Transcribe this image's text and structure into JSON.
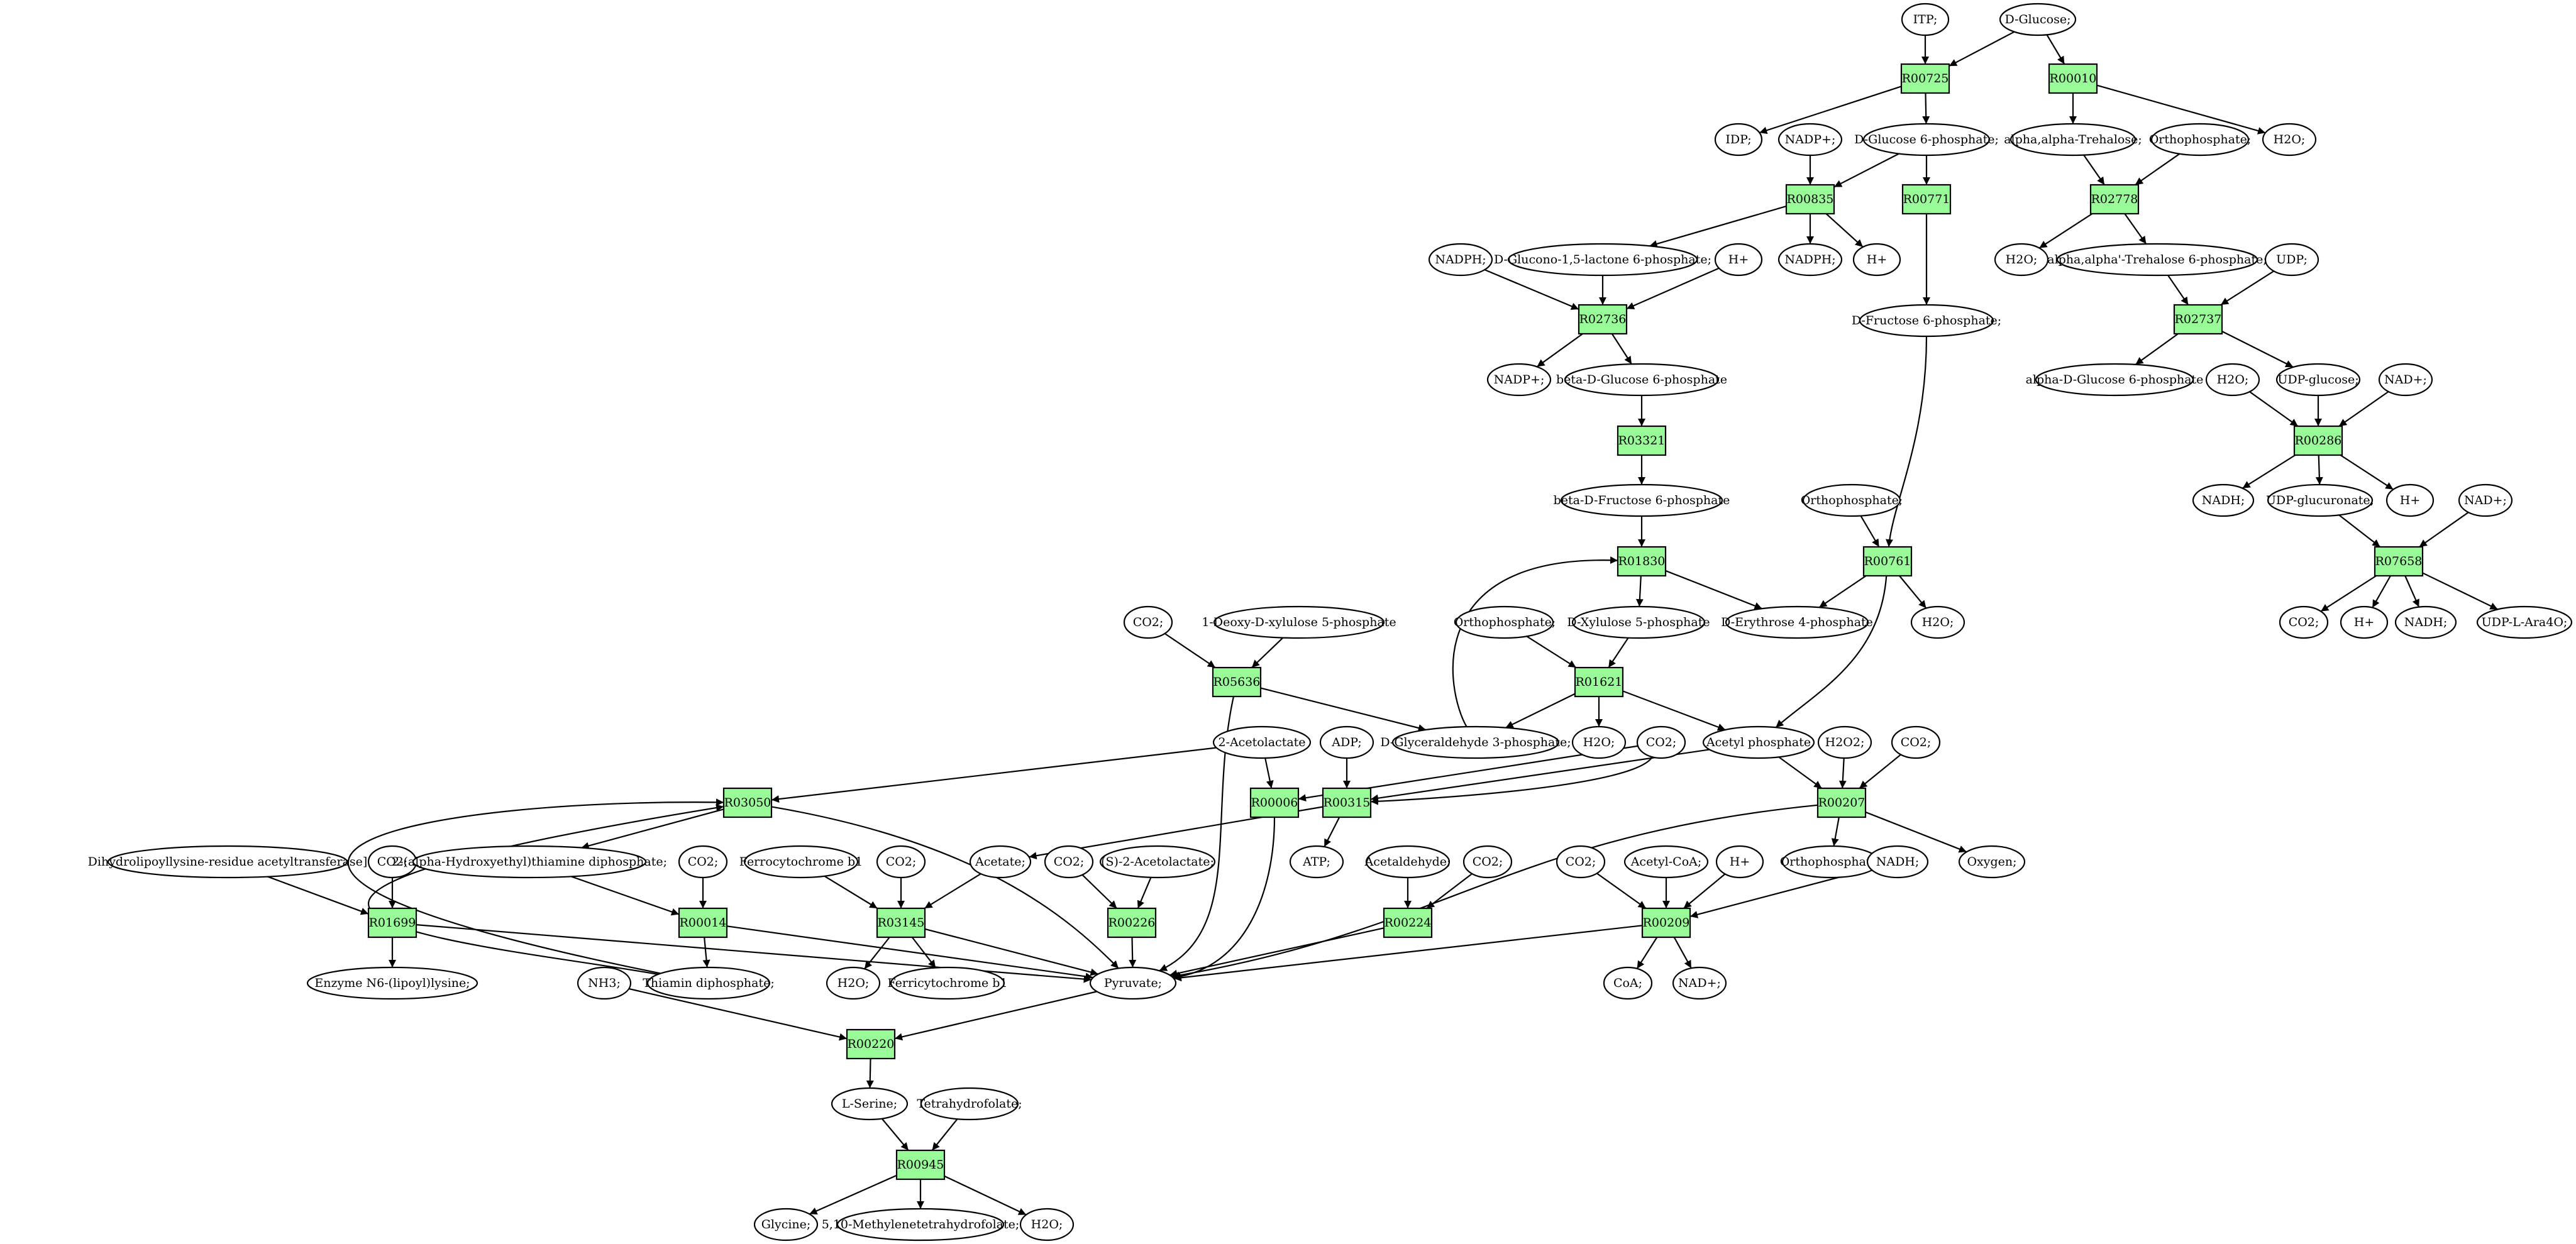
{
  "colors": {
    "reaction": "#98fb98",
    "reaction_alt": "#add8e6",
    "metabolite": "#ffffff",
    "source": "#00ff00",
    "target": "#ffff00",
    "stroke": "#000000"
  },
  "metabolites": {
    "itp": "ITP;",
    "dglucose": "D-Glucose;",
    "idp": "IDP;",
    "nadp1": "NADP+;",
    "g6p": "D-Glucose 6-phosphate;",
    "trehalose": "alpha,alpha-Trehalose;",
    "orthop1": "Orthophosphate;",
    "h2o_a": "H2O;",
    "nadph1": "NADPH;",
    "glucono": "D-Glucono-1,5-lactone 6-phosphate;",
    "hplus1": "H+",
    "nadph2": "NADPH;",
    "hplus2": "H+",
    "h2o_b": "H2O;",
    "tre6p": "alpha,alpha'-Trehalose 6-phosphate;",
    "udp": "UDP;",
    "f6p": "D-Fructose 6-phosphate;",
    "nadp2": "NADP+;",
    "bg6p": "beta-D-Glucose 6-phosphate",
    "ag6p": "alpha-D-Glucose 6-phosphate",
    "h2o_c": "H2O;",
    "udpglc": "UDP-glucose;",
    "nad1": "NAD+;",
    "bf6p": "beta-D-Fructose 6-phosphate",
    "orthop2": "Orthophosphate;",
    "nadh1": "NADH;",
    "udpgluc": "UDP-glucuronate;",
    "hplus3": "H+",
    "nad2": "NAD+;",
    "co2_a": "CO2;",
    "dxp": "1-Deoxy-D-xylulose 5-phosphate",
    "orthop3": "Orthophosphate;",
    "x5p": "D-Xylulose 5-phosphate",
    "e4p": "D-Erythrose 4-phosphate",
    "h2o_d": "H2O;",
    "co2_b": "CO2;",
    "hplus4": "H+",
    "nadh2": "NADH;",
    "udpara": "UDP-L-Ara4O;",
    "g3p": "D-Glyceraldehyde 3-phosphate;",
    "h2o_e": "H2O;",
    "acetylp": "Acetyl phosphate",
    "acetolactate": "2-Acetolactate",
    "adp": "ADP;",
    "co2_c": "CO2;",
    "h2o2": "H2O2;",
    "co2_d": "CO2;",
    "dlat": "Dihydrolipoyllysine-residue acetyltransferase]",
    "co2_e": "CO2;",
    "hethpp": "2-(alpha-Hydroxyethyl)thiamine diphosphate;",
    "co2_f": "CO2;",
    "ferrocyt": "Ferrocytochrome b1",
    "co2_g": "CO2;",
    "acetate": "Acetate;",
    "co2_h": "CO2;",
    "sacetolactate": "(S)-2-Acetolactate;",
    "atp": "ATP;",
    "acetaldehyde": "Acetaldehyde;",
    "co2_i": "CO2;",
    "orthop4": "Orthophosphate;",
    "oxygen": "Oxygen;",
    "co2_j": "CO2;",
    "acetylcoa": "Acetyl-CoA;",
    "hplus5": "H+",
    "nadh3": "NADH;",
    "lipoyllysine": "Enzyme N6-(lipoyl)lysine;",
    "nh3": "NH3;",
    "thiamin": "Thiamin diphosphate;",
    "h2o_f": "H2O;",
    "ferricyt": "Ferricytochrome b1",
    "pyruvate": "Pyruvate;",
    "coa": "CoA;",
    "nad3": "NAD+;",
    "serine": "L-Serine;",
    "thf": "Tetrahydrofolate;",
    "glycine": "Glycine;",
    "methylene_thf": "5,10-Methylenetetrahydrofolate;",
    "h2o_g": "H2O;"
  },
  "reactions": {
    "R00725": "R00725",
    "R00010": "R00010",
    "R00835": "R00835",
    "R00771": "R00771",
    "R02778": "R02778",
    "R02736": "R02736",
    "R02737": "R02737",
    "R03321": "R03321",
    "R00286": "R00286",
    "R01830": "R01830",
    "R00761": "R00761",
    "R07658": "R07658",
    "R05636": "R05636",
    "R01621": "R01621",
    "R03050": "R03050",
    "R00006": "R00006",
    "R00315": "R00315",
    "R00207": "R00207",
    "R01699": "R01699",
    "R00014": "R00014",
    "R03145": "R03145",
    "R00226": "R00226",
    "R00224": "R00224",
    "R00209": "R00209",
    "R00220": "R00220",
    "R00945": "R00945"
  }
}
